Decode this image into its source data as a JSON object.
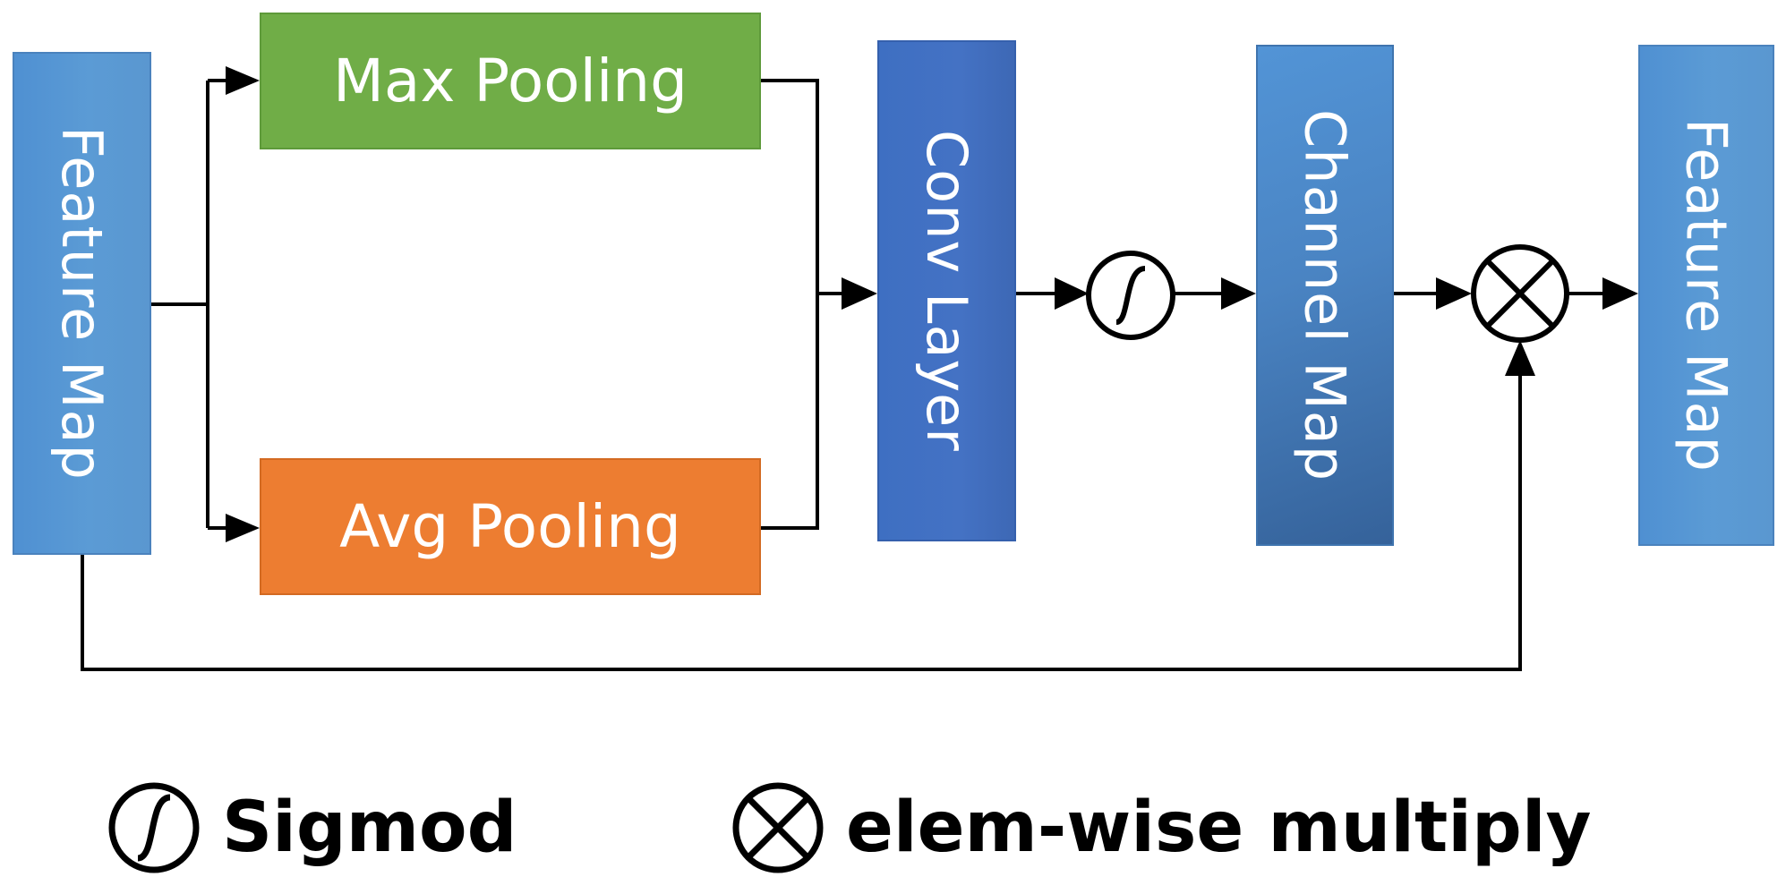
{
  "blocks": {
    "feature_map_in": "Feature Map",
    "max_pooling": "Max Pooling",
    "avg_pooling": "Avg Pooling",
    "conv_layer": "Conv Layer",
    "channel_map": "Channel Map",
    "feature_map_out": "Feature Map"
  },
  "legend": {
    "sigmoid_label": "Sigmod",
    "multiply_label": "elem-wise multiply"
  },
  "icons": {
    "sigmoid": "sigmoid-icon",
    "multiply": "elementwise-multiply-icon"
  },
  "colors": {
    "feature_map": "#5b9bd5",
    "max_pooling": "#70ad47",
    "avg_pooling": "#ed7d31",
    "conv_layer": "#4472c4",
    "channel_map": "#4a84c3",
    "line": "#000000",
    "text_light": "#ffffff"
  }
}
